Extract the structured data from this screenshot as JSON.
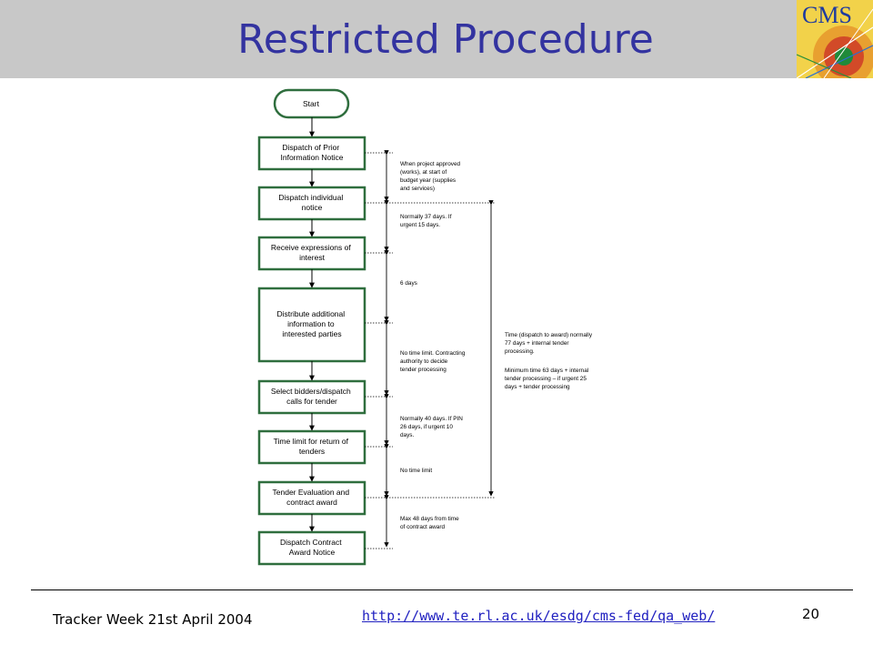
{
  "slide": {
    "title": "Restricted Procedure",
    "footer_left": "Tracker Week 21st April 2004",
    "footer_url": "http://www.te.rl.ac.uk/esdg/cms-fed/qa_web/",
    "page_number": "20"
  },
  "logo": {
    "text": "CMS"
  },
  "colors": {
    "header_bg": "#c8c8c8",
    "title": "#3333a0",
    "box_border": "#2f6e3e",
    "url": "#2020c0"
  },
  "flowchart": {
    "start": "Start",
    "steps": [
      [
        "Dispatch of Prior",
        "Information Notice"
      ],
      [
        "Dispatch individual",
        "notice"
      ],
      [
        "Receive expressions of",
        "interest"
      ],
      [
        "Distribute additional",
        "information to",
        "interested parties"
      ],
      [
        "Select bidders/dispatch",
        "calls for tender"
      ],
      [
        "Time limit for return of",
        "tenders"
      ],
      [
        "Tender Evaluation and",
        "contract award"
      ],
      [
        "Dispatch Contract",
        "Award Notice"
      ]
    ],
    "notes": [
      [
        "When project approved",
        "(works), at start of",
        "budget year (supplies",
        "and services)"
      ],
      [
        "Normally 37 days. If",
        "urgent 15 days."
      ],
      [
        "6 days"
      ],
      [
        "No time limit. Contracting",
        "authority to decide",
        "tender processing"
      ],
      [
        "Normally 40 days. If PIN",
        "26 days, if urgent 10",
        "days."
      ],
      [
        "No time limit"
      ],
      [
        "Max 48 days from time",
        "of contract award"
      ]
    ],
    "overall_note": [
      "Time (dispatch to award) normally",
      "77 days + internal tender",
      "processing.",
      "",
      "Minimum time 63 days + internal",
      "tender processing – if urgent 25",
      "days + tender processing"
    ]
  }
}
